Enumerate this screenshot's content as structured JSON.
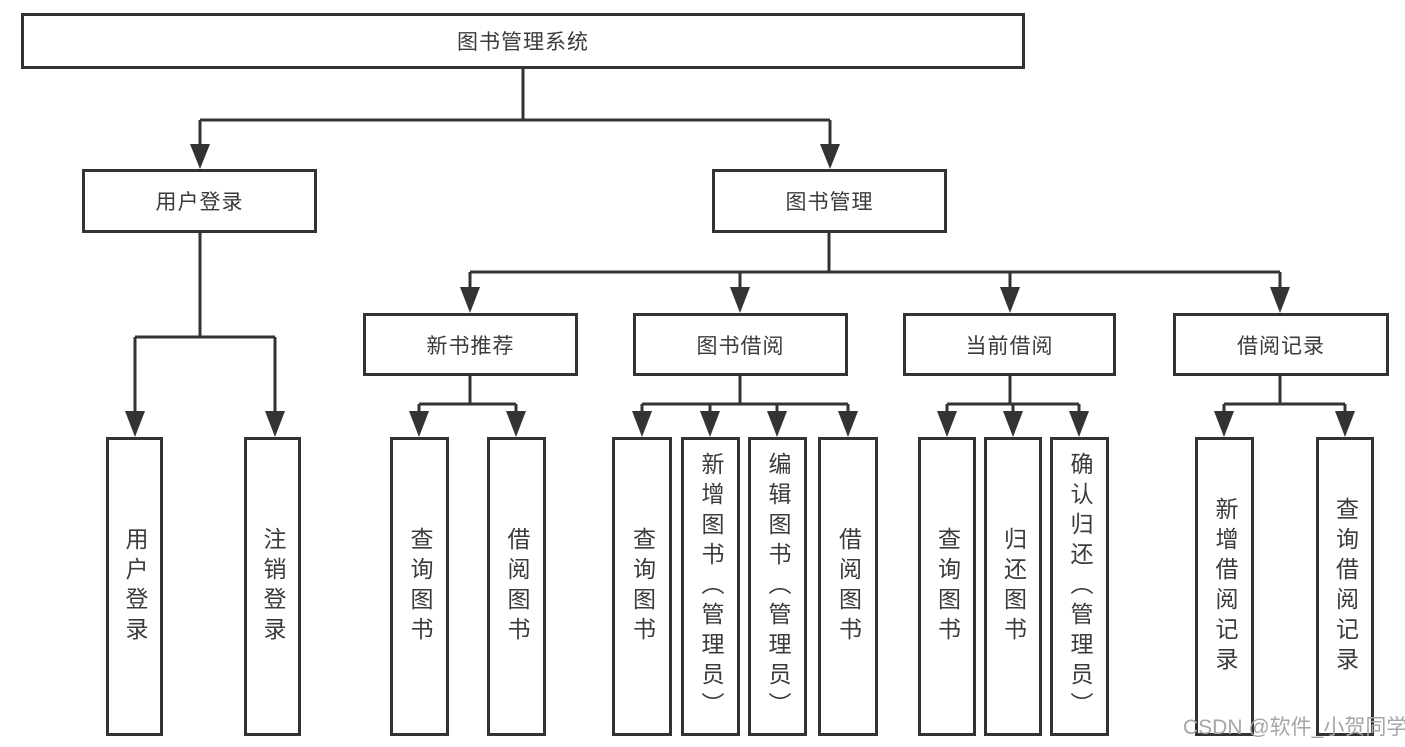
{
  "tree": {
    "root": "图书管理系统",
    "children": [
      {
        "label": "用户登录",
        "children": [
          "用户登录",
          "注销登录"
        ]
      },
      {
        "label": "图书管理",
        "children": [
          {
            "label": "新书推荐",
            "children": [
              "查询图书",
              "借阅图书"
            ]
          },
          {
            "label": "图书借阅",
            "children": [
              "查询图书",
              "新增图书（管理员）",
              "编辑图书（管理员）",
              "借阅图书"
            ]
          },
          {
            "label": "当前借阅",
            "children": [
              "查询图书",
              "归还图书",
              "确认归还（管理员）"
            ]
          },
          {
            "label": "借阅记录",
            "children": [
              "新增借阅记录",
              "查询借阅记录"
            ]
          }
        ]
      }
    ]
  },
  "watermark": "CSDN @软件_小贺同学",
  "colors": {
    "line": "#333333",
    "box_border": "#333333",
    "text": "#3b3b3b",
    "background": "#ffffff",
    "watermark": "#a6a6a6"
  }
}
